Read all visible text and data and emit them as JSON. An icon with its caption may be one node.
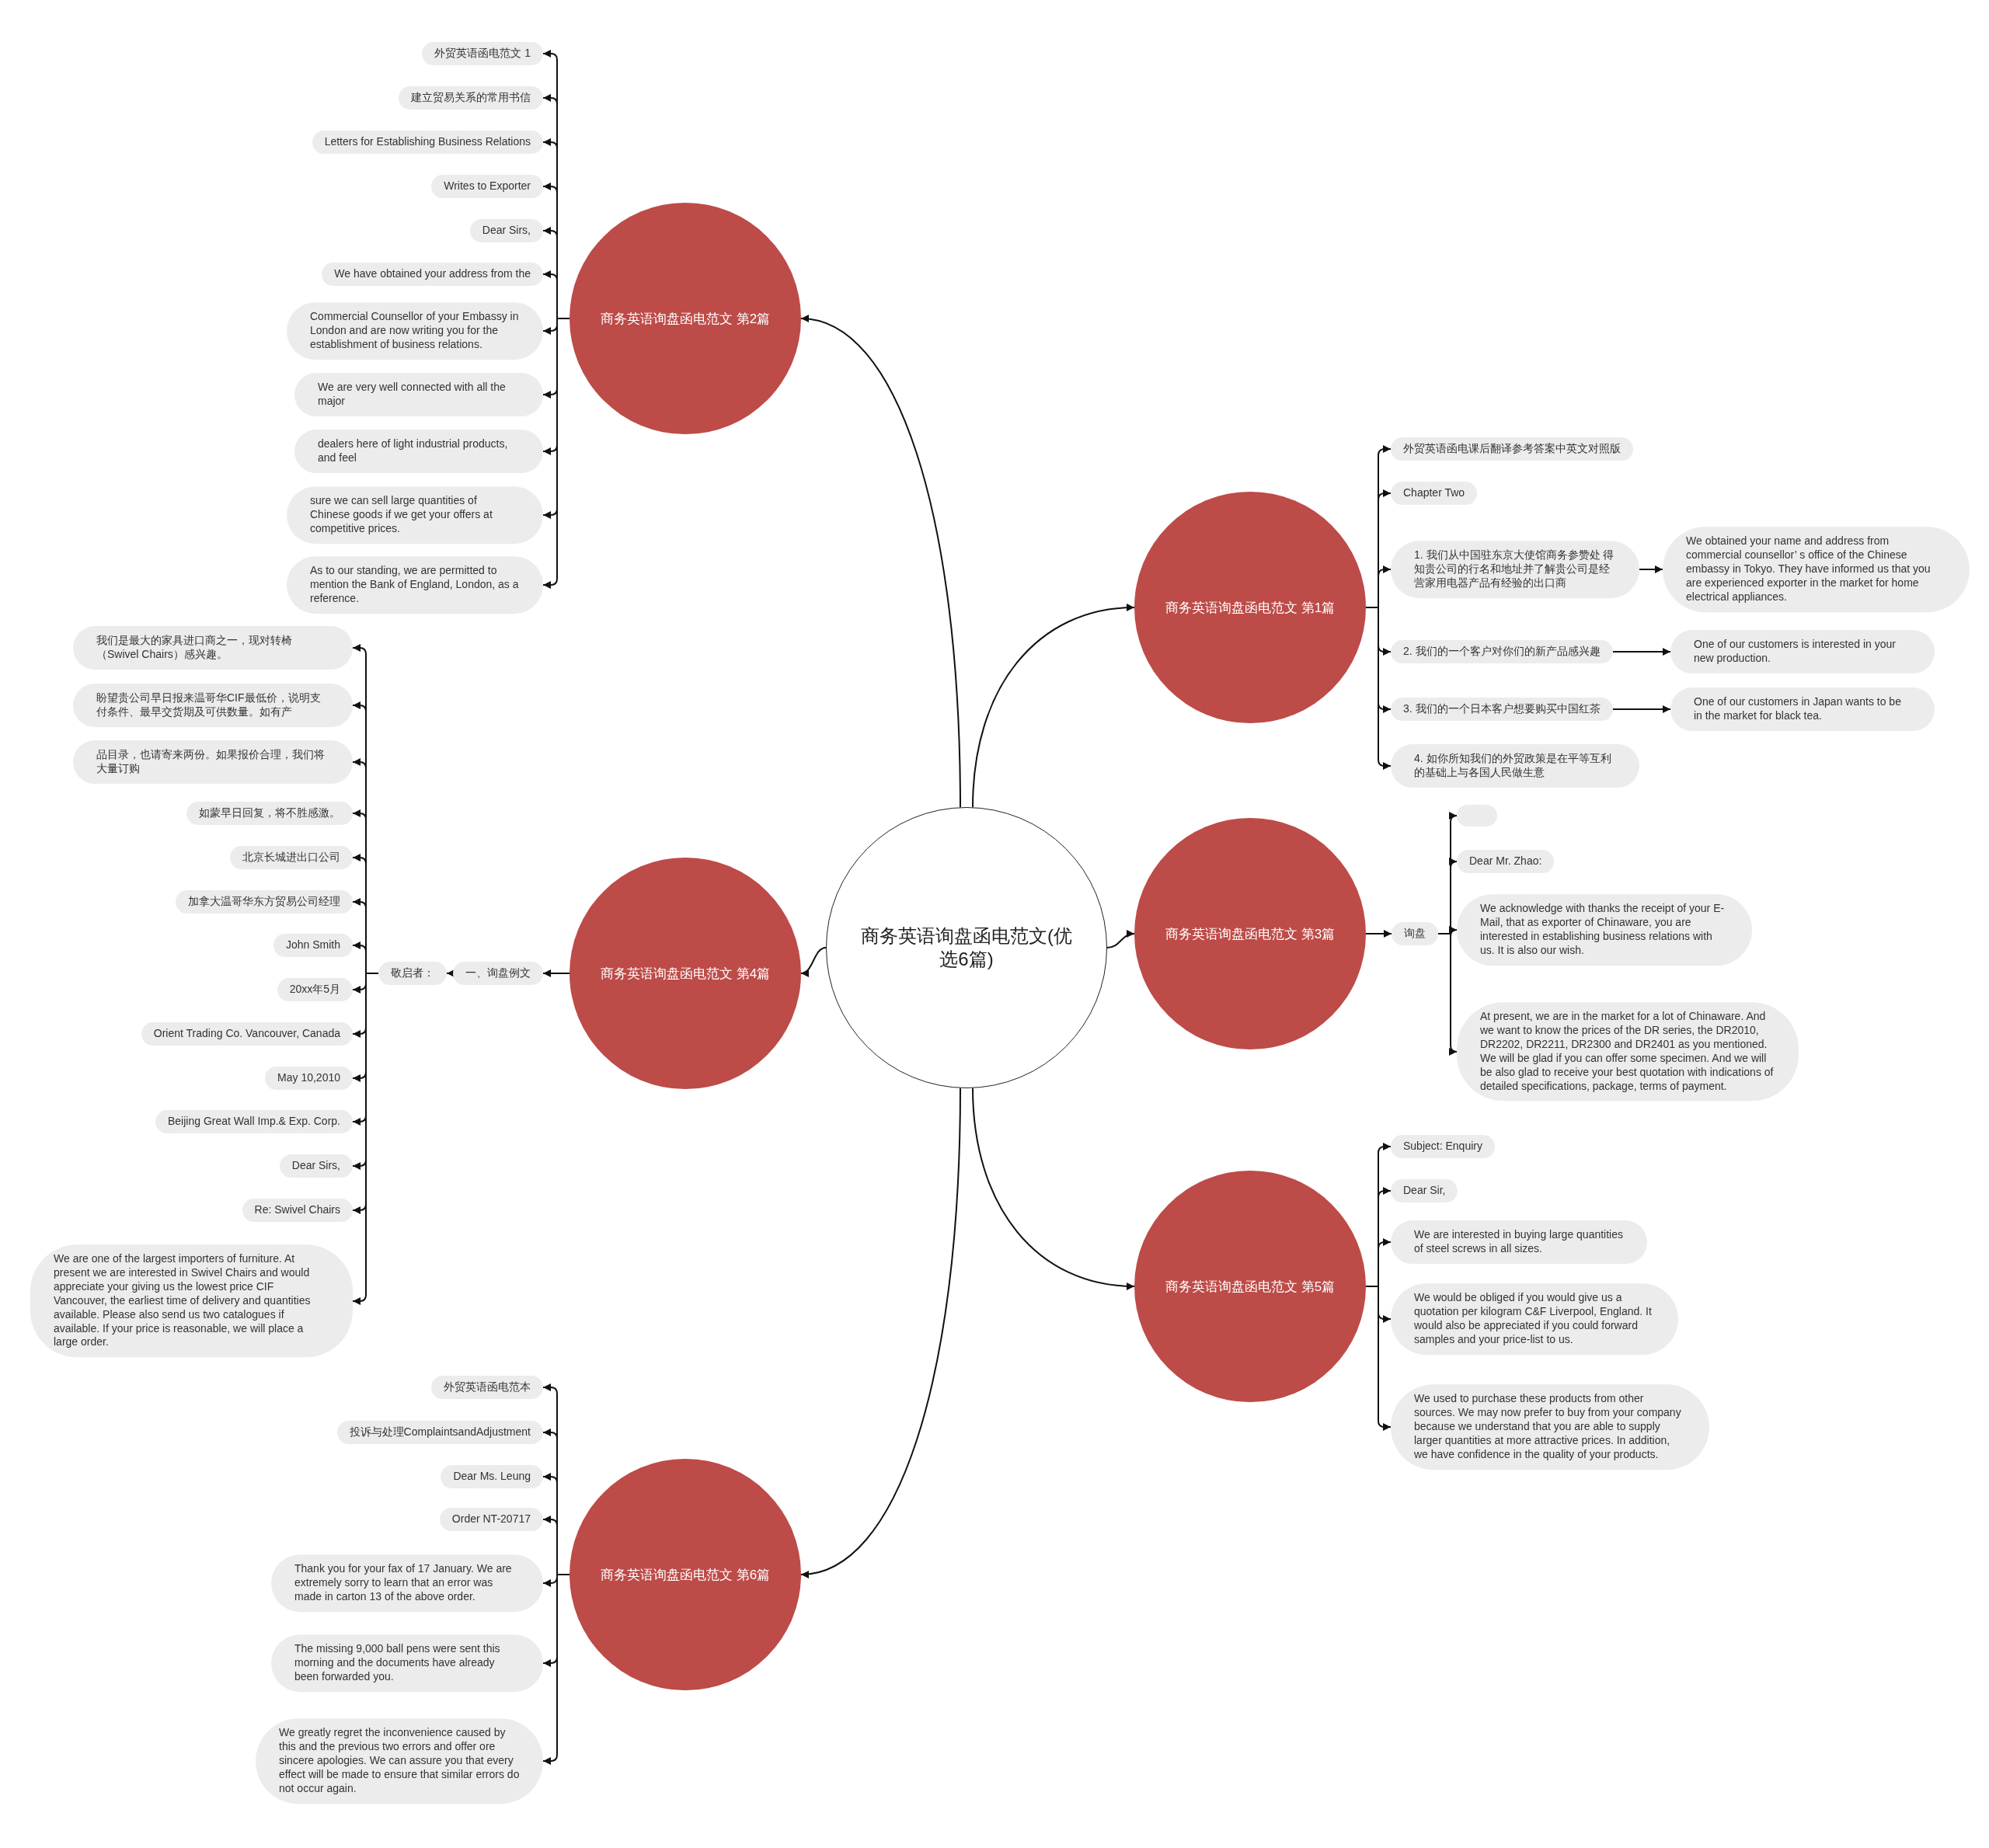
{
  "diagram": {
    "nodes": [
      {
        "text": [
          "商务英语询盘函电范文(优选6篇)"
        ]
      },
      {
        "text": [
          "商务英语询盘函电范文 第2篇"
        ]
      },
      {
        "text": [
          "外贸英语函电范文 1"
        ]
      },
      {
        "text": [
          "建立贸易关系的常用书信"
        ]
      },
      {
        "text": [
          "Letters for Establishing Business Relations"
        ]
      },
      {
        "text": [
          "Writes to Exporter"
        ]
      },
      {
        "text": [
          "Dear Sirs,"
        ]
      },
      {
        "text": [
          "We have obtained your address from the"
        ]
      },
      {
        "text": [
          "Commercial Counsellor of your Embassy in London and are now writing you for the establishment of business relations."
        ]
      },
      {
        "text": [
          "We are very well connected with all the major"
        ]
      },
      {
        "text": [
          "dealers here of light industrial products, and feel"
        ]
      },
      {
        "text": [
          "sure we can sell large quantities of Chinese goods if we get your offers at competitive prices."
        ]
      },
      {
        "text": [
          "As to our standing, we are permitted to mention the Bank of England, London, as a reference."
        ]
      },
      {
        "text": [
          "商务英语询盘函电范文 第4篇"
        ]
      },
      {
        "text": [
          "一、询盘例文"
        ]
      },
      {
        "text": [
          "敬启者："
        ]
      },
      {
        "text": [
          "我们是最大的家具进口商之一，现对转椅（Swivel Chairs）感兴趣。"
        ]
      },
      {
        "text": [
          "盼望贵公司早日报来温哥华CIF最低价，说明支付条件、最早交货期及可供数量。如有产"
        ]
      },
      {
        "text": [
          "品目录，也请寄来两份。如果报价合理，我们将大量订购"
        ]
      },
      {
        "text": [
          "如蒙早日回复，将不胜感激。"
        ]
      },
      {
        "text": [
          "北京长城进出口公司"
        ]
      },
      {
        "text": [
          "加拿大温哥华东方贸易公司经理"
        ]
      },
      {
        "text": [
          "John Smith"
        ]
      },
      {
        "text": [
          "20xx年5月"
        ]
      },
      {
        "text": [
          "Orient Trading Co. Vancouver, Canada"
        ]
      },
      {
        "text": [
          "May 10,2010"
        ]
      },
      {
        "text": [
          "Beijing Great Wall Imp.& Exp. Corp."
        ]
      },
      {
        "text": [
          "Dear Sirs,"
        ]
      },
      {
        "text": [
          "Re: Swivel Chairs"
        ]
      },
      {
        "text": [
          "We are one of the largest importers of furniture. At present we are interested in Swivel Chairs and would appreciate your giving us the lowest price CIF Vancouver, the earliest time of delivery and quantities available. Please also send us two catalogues if available.  If your price is reasonable, we will place a large order."
        ]
      },
      {
        "text": [
          "商务英语询盘函电范文 第6篇"
        ]
      },
      {
        "text": [
          "外贸英语函电范本"
        ]
      },
      {
        "text": [
          "投诉与处理ComplaintsandAdjustment"
        ]
      },
      {
        "text": [
          "Dear Ms. Leung"
        ]
      },
      {
        "text": [
          "Order NT-20717"
        ]
      },
      {
        "text": [
          "Thank you for your fax of 17 January. We are extremely sorry to learn that an error was made in carton 13 of the above order."
        ]
      },
      {
        "text": [
          "The missing 9,000 ball pens were sent this morning and the documents have already been forwarded you."
        ]
      },
      {
        "text": [
          "We greatly regret the inconvenience caused by this and the previous two errors and offer ore sincere apologies. We can assure you that every effect will be made to ensure that similar errors do not occur again."
        ]
      },
      {
        "text": [
          "商务英语询盘函电范文 第1篇"
        ]
      },
      {
        "text": [
          "外贸英语函电课后翻译参考答案中英文对照版"
        ]
      },
      {
        "text": [
          "Chapter Two"
        ]
      },
      {
        "text": [
          "1. 我们从中国驻东京大使馆商务参赞处 得知贵公司的行名和地址并了解贵公司是经营家用电器产品有经验的出口商"
        ]
      },
      {
        "text": [
          "We obtained your name and address from commercial counsellor’ s office of the Chinese embassy in Tokyo. They have informed us that you are experienced exporter in the market for home electrical appliances."
        ]
      },
      {
        "text": [
          "2. 我们的一个客户对你们的新产品感兴趣"
        ]
      },
      {
        "text": [
          "One of our customers is interested in your new production."
        ]
      },
      {
        "text": [
          "3. 我们的一个日本客户想要购买中国红茶"
        ]
      },
      {
        "text": [
          "One of our customers in Japan wants to be in the market for black tea."
        ]
      },
      {
        "text": [
          "4. 如你所知我们的外贸政策是在平等互利的基础上与各国人民做生意"
        ]
      },
      {
        "text": [
          "商务英语询盘函电范文 第3篇"
        ]
      },
      {
        "text": [
          "询盘"
        ]
      },
      {
        "text": [],
        "shape": "box"
      },
      {
        "text": [
          "Dear Mr. Zhao:"
        ]
      },
      {
        "text": [
          "We acknowledge with thanks the receipt of your E-Mail, that as exporter of Chinaware, you are interested in establishing business relations with us. It is also our wish."
        ]
      },
      {
        "text": [
          "At present, we are in the market for a lot of Chinaware. And we want to know the prices of the DR series, the DR2010, DR2202, DR2211, DR2300 and DR2401 as you mentioned. We will be glad if you can offer some specimen. And we will be also glad to receive your best quotation with indications of detailed specifications, package, terms of payment."
        ]
      },
      {
        "text": [
          "商务英语询盘函电范文 第5篇"
        ]
      },
      {
        "text": [
          "Subject: Enquiry"
        ]
      },
      {
        "text": [
          "Dear Sir,"
        ]
      },
      {
        "text": [
          "We are interested in buying large quantities of steel screws in all sizes."
        ]
      },
      {
        "text": [
          "We would be obliged if you would give us a quotation per kilogram C&F Liverpool, England. It would also be appreciated if you could forward samples and your price-list to us."
        ]
      },
      {
        "text": [
          "We used to purchase these products from other sources. We may now prefer to buy from your company because we understand that you are able to supply larger quantities at more attractive prices. In addition, we have confidence in the quality of your products."
        ]
      }
    ],
    "edges": [
      {
        "from": 0,
        "to": 1,
        "arrow": "to"
      },
      {
        "from": 0,
        "to": 13,
        "arrow": "to"
      },
      {
        "from": 0,
        "to": 30,
        "arrow": "to"
      },
      {
        "from": 0,
        "to": 38,
        "arrow": "to"
      },
      {
        "from": 0,
        "to": 48,
        "arrow": "to"
      },
      {
        "from": 0,
        "to": 54,
        "arrow": "to"
      },
      {
        "from": 1,
        "to": 2,
        "arrow": "to"
      },
      {
        "from": 1,
        "to": 3,
        "arrow": "to"
      },
      {
        "from": 1,
        "to": 4,
        "arrow": "to"
      },
      {
        "from": 1,
        "to": 5,
        "arrow": "to"
      },
      {
        "from": 1,
        "to": 6,
        "arrow": "to"
      },
      {
        "from": 1,
        "to": 7,
        "arrow": "to"
      },
      {
        "from": 1,
        "to": 8,
        "arrow": "to"
      },
      {
        "from": 1,
        "to": 9,
        "arrow": "to"
      },
      {
        "from": 1,
        "to": 10,
        "arrow": "to"
      },
      {
        "from": 1,
        "to": 11,
        "arrow": "to"
      },
      {
        "from": 1,
        "to": 12,
        "arrow": "to"
      },
      {
        "from": 13,
        "to": 14,
        "arrow": "to"
      },
      {
        "from": 14,
        "to": 15,
        "arrow": "to"
      },
      {
        "from": 15,
        "to": 16,
        "arrow": "to"
      },
      {
        "from": 15,
        "to": 17,
        "arrow": "to"
      },
      {
        "from": 15,
        "to": 18,
        "arrow": "to"
      },
      {
        "from": 15,
        "to": 19,
        "arrow": "to"
      },
      {
        "from": 15,
        "to": 20,
        "arrow": "to"
      },
      {
        "from": 15,
        "to": 21,
        "arrow": "to"
      },
      {
        "from": 15,
        "to": 22,
        "arrow": "to"
      },
      {
        "from": 15,
        "to": 23,
        "arrow": "to"
      },
      {
        "from": 15,
        "to": 24,
        "arrow": "to"
      },
      {
        "from": 15,
        "to": 25,
        "arrow": "to"
      },
      {
        "from": 15,
        "to": 26,
        "arrow": "to"
      },
      {
        "from": 15,
        "to": 27,
        "arrow": "to"
      },
      {
        "from": 15,
        "to": 28,
        "arrow": "to"
      },
      {
        "from": 15,
        "to": 29,
        "arrow": "to"
      },
      {
        "from": 30,
        "to": 31,
        "arrow": "to"
      },
      {
        "from": 30,
        "to": 32,
        "arrow": "to"
      },
      {
        "from": 30,
        "to": 33,
        "arrow": "to"
      },
      {
        "from": 30,
        "to": 34,
        "arrow": "to"
      },
      {
        "from": 30,
        "to": 35,
        "arrow": "to"
      },
      {
        "from": 30,
        "to": 36,
        "arrow": "to"
      },
      {
        "from": 30,
        "to": 37,
        "arrow": "to"
      },
      {
        "from": 38,
        "to": 39,
        "arrow": "to"
      },
      {
        "from": 38,
        "to": 40,
        "arrow": "to"
      },
      {
        "from": 38,
        "to": 41,
        "arrow": "to"
      },
      {
        "from": 41,
        "to": 42,
        "arrow": "to"
      },
      {
        "from": 38,
        "to": 43,
        "arrow": "to"
      },
      {
        "from": 43,
        "to": 44,
        "arrow": "to"
      },
      {
        "from": 38,
        "to": 45,
        "arrow": "to"
      },
      {
        "from": 45,
        "to": 46,
        "arrow": "to"
      },
      {
        "from": 38,
        "to": 47,
        "arrow": "to"
      },
      {
        "from": 48,
        "to": 49,
        "arrow": "to"
      },
      {
        "from": 49,
        "to": 50,
        "arrow": "to"
      },
      {
        "from": 49,
        "to": 51,
        "arrow": "to"
      },
      {
        "from": 49,
        "to": 52,
        "arrow": "to"
      },
      {
        "from": 49,
        "to": 53,
        "arrow": "to"
      },
      {
        "from": 54,
        "to": 55,
        "arrow": "to"
      },
      {
        "from": 54,
        "to": 56,
        "arrow": "to"
      },
      {
        "from": 54,
        "to": 57,
        "arrow": "to"
      },
      {
        "from": 54,
        "to": 58,
        "arrow": "to"
      },
      {
        "from": 54,
        "to": 59,
        "arrow": "to"
      }
    ]
  }
}
